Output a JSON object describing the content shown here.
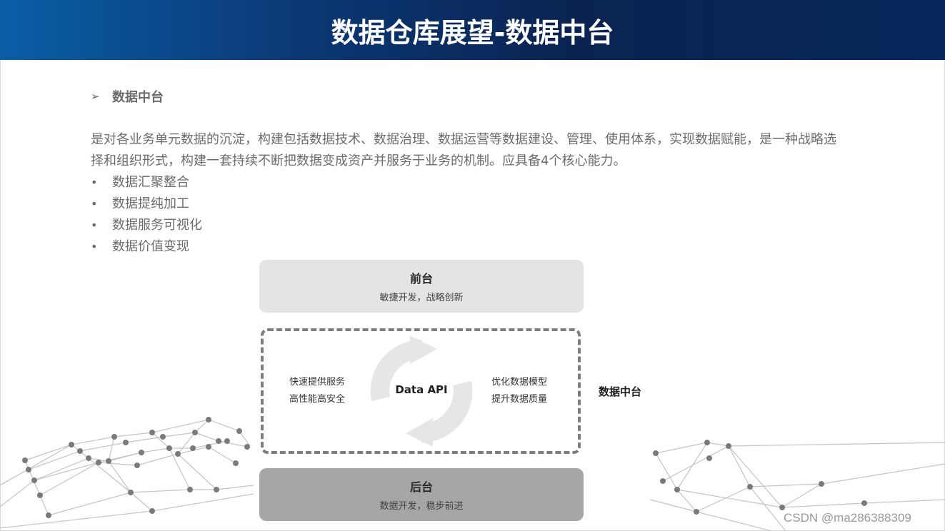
{
  "slide": {
    "title": "数据仓库展望-数据中台",
    "heading": "数据中台",
    "paragraph": "是对各业务单元数据的沉淀，构建包括数据技术、数据治理、数据运营等数据建设、管理、使用体系，实现数据赋能，是一种战略选择和组织形式，构建一套持续不断把数据变成资产并服务于业务的机制。应具备4个核心能力。",
    "bullets": [
      "数据汇聚整合",
      "数据提纯加工",
      "数据服务可视化",
      "数据价值变现"
    ]
  },
  "diagram": {
    "front": {
      "title": "前台",
      "subtitle": "敏捷开发，战略创新"
    },
    "middle": {
      "left_lines": [
        "快速提供服务",
        "高性能高安全"
      ],
      "center": "Data API",
      "right_lines": [
        "优化数据模型",
        "提升数据质量"
      ],
      "side_label": "数据中台"
    },
    "back": {
      "title": "后台",
      "subtitle": "数据开发，稳步前进"
    }
  },
  "watermark": "CSDN @ma286388309",
  "colors": {
    "header_start": "#0a5ea6",
    "header_end": "#06275a",
    "front_layer": "#e4e4e6",
    "back_layer": "#a6a6a6"
  }
}
